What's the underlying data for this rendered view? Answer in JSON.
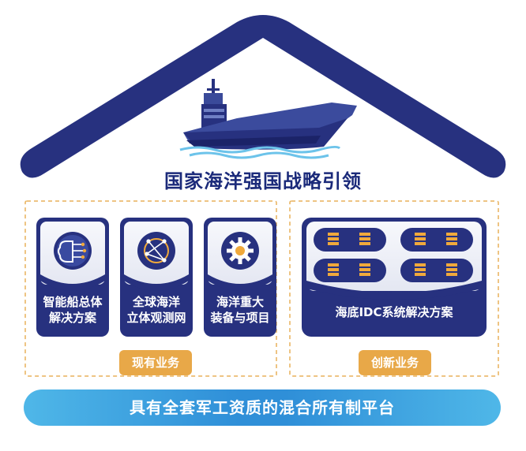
{
  "title": "国家海洋强国战略引领",
  "sections": [
    {
      "tag": "现有业务",
      "cards": [
        {
          "label_line1": "智能船总体",
          "label_line2": "解决方案",
          "icon": "ai-brain-icon"
        },
        {
          "label_line1": "全球海洋",
          "label_line2": "立体观测网",
          "icon": "network-globe-icon"
        },
        {
          "label_line1": "海洋重大",
          "label_line2": "装备与项目",
          "icon": "gear-icon"
        }
      ]
    },
    {
      "tag": "创新业务",
      "cards": [
        {
          "label": "海底IDC系统解决方案",
          "icon": "server-rack-icon"
        }
      ]
    }
  ],
  "foundation": "具有全套军工资质的混合所有制平台",
  "illustration": "aircraft-carrier-icon",
  "colors": {
    "navy": "#27317f",
    "navy_dark": "#1b2a7a",
    "card_top": "#f2f3f9",
    "wave_blue": "#6cc3ea",
    "tag_orange": "#e8a848",
    "dash_orange": "#e8b15a",
    "bar_blue": "#2f8fd8",
    "bar_light": "#4fb7e8",
    "server_orange": "#f0a93c"
  }
}
